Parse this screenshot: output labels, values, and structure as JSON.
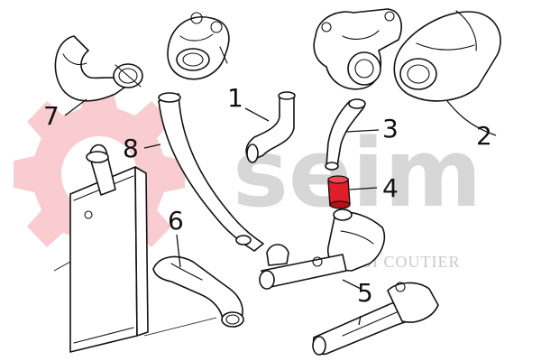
{
  "watermark": {
    "brand_word": "seim",
    "tagline": "EMGI COUTIER",
    "logo_color": "#f4a3aa",
    "text_color": "#c9c9c9"
  },
  "highlight_color": "#e11d2a",
  "callouts": [
    {
      "id": "1",
      "label": "1"
    },
    {
      "id": "2",
      "label": "2"
    },
    {
      "id": "3",
      "label": "3"
    },
    {
      "id": "4",
      "label": "4"
    },
    {
      "id": "5",
      "label": "5"
    },
    {
      "id": "6",
      "label": "6"
    },
    {
      "id": "7",
      "label": "7"
    },
    {
      "id": "8",
      "label": "8"
    }
  ]
}
